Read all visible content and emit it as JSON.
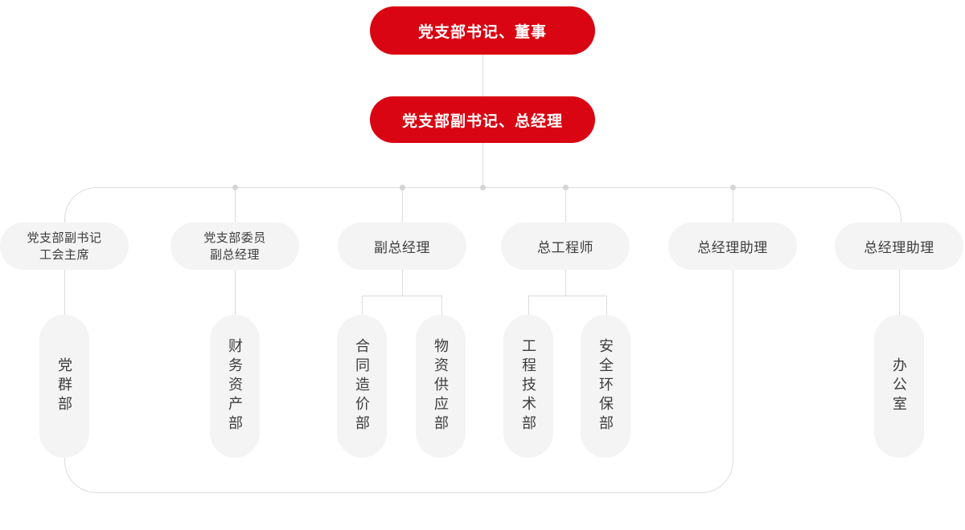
{
  "colors": {
    "accent_red": "#d90512",
    "node_bg": "#f4f4f4",
    "node_text": "#3d3d3d",
    "line": "#dcdcdc",
    "dot": "#d4d4d4",
    "page_bg": "#ffffff"
  },
  "org_chart": {
    "level1": {
      "label": "党支部书记、董事"
    },
    "level2": {
      "label": "党支部副书记、总经理"
    },
    "level3": [
      {
        "lines": [
          "党支部副书记",
          "工会主席"
        ]
      },
      {
        "lines": [
          "党支部委员",
          "副总经理"
        ]
      },
      {
        "label": "副总经理"
      },
      {
        "label": "总工程师"
      },
      {
        "label": "总经理助理"
      },
      {
        "label": "总经理助理"
      }
    ],
    "departments": [
      {
        "label": "党群部"
      },
      {
        "label": "财务资产部"
      },
      {
        "label": "合同造价部"
      },
      {
        "label": "物资供应部"
      },
      {
        "label": "工程技术部"
      },
      {
        "label": "安全环保部"
      },
      {
        "label": "办公室"
      }
    ]
  }
}
